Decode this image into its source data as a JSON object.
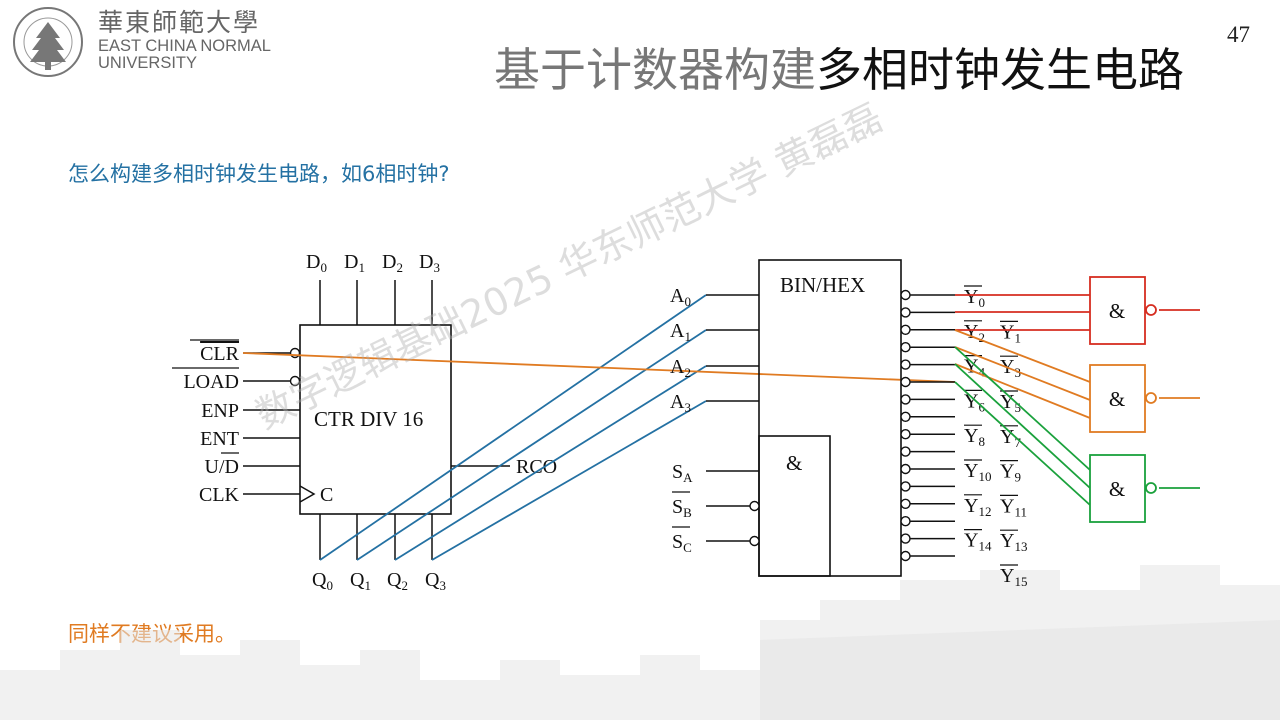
{
  "header": {
    "logo_cn": "華東師範大學",
    "logo_en_line1": "EAST CHINA NORMAL",
    "logo_en_line2": "UNIVERSITY",
    "page_number": "47",
    "title_part1": "基于计数器构建",
    "title_part2": "多相时钟发生电路"
  },
  "question": "怎么构建多相时钟发生电路，如6相时钟?",
  "note": "同样不建议采用。",
  "watermark": "数字逻辑基础2025 华东师范大学 黄磊磊",
  "colors": {
    "red": "#d62d20",
    "orange": "#e07b22",
    "green": "#1aa13c",
    "blue": "#2471a3"
  },
  "counter": {
    "label": "CTR DIV 16",
    "inputs": [
      "CLR",
      "LOAD",
      "ENP",
      "ENT",
      "U/D",
      "CLK"
    ],
    "clock_input": "C",
    "rco": "RCO",
    "data_inputs": [
      "D",
      "D",
      "D",
      "D"
    ],
    "data_subs": [
      "0",
      "1",
      "2",
      "3"
    ],
    "outputs": [
      "Q",
      "Q",
      "Q",
      "Q"
    ],
    "output_subs": [
      "0",
      "1",
      "2",
      "3"
    ]
  },
  "decoder": {
    "label": "BIN/HEX",
    "and_label": "&",
    "address_inputs": [
      "A",
      "A",
      "A",
      "A"
    ],
    "address_subs": [
      "0",
      "1",
      "2",
      "3"
    ],
    "select_inputs": [
      "S",
      "S",
      "S"
    ],
    "select_subs": [
      "A",
      "B",
      "C"
    ],
    "outputs": [
      "Y",
      "Y",
      "Y",
      "Y",
      "Y",
      "Y",
      "Y",
      "Y",
      "Y",
      "Y",
      "Y",
      "Y",
      "Y",
      "Y",
      "Y",
      "Y"
    ],
    "output_subs": [
      "0",
      "1",
      "2",
      "3",
      "4",
      "5",
      "6",
      "7",
      "8",
      "9",
      "10",
      "11",
      "12",
      "13",
      "14",
      "15"
    ]
  },
  "gates": [
    "&",
    "&",
    "&"
  ]
}
